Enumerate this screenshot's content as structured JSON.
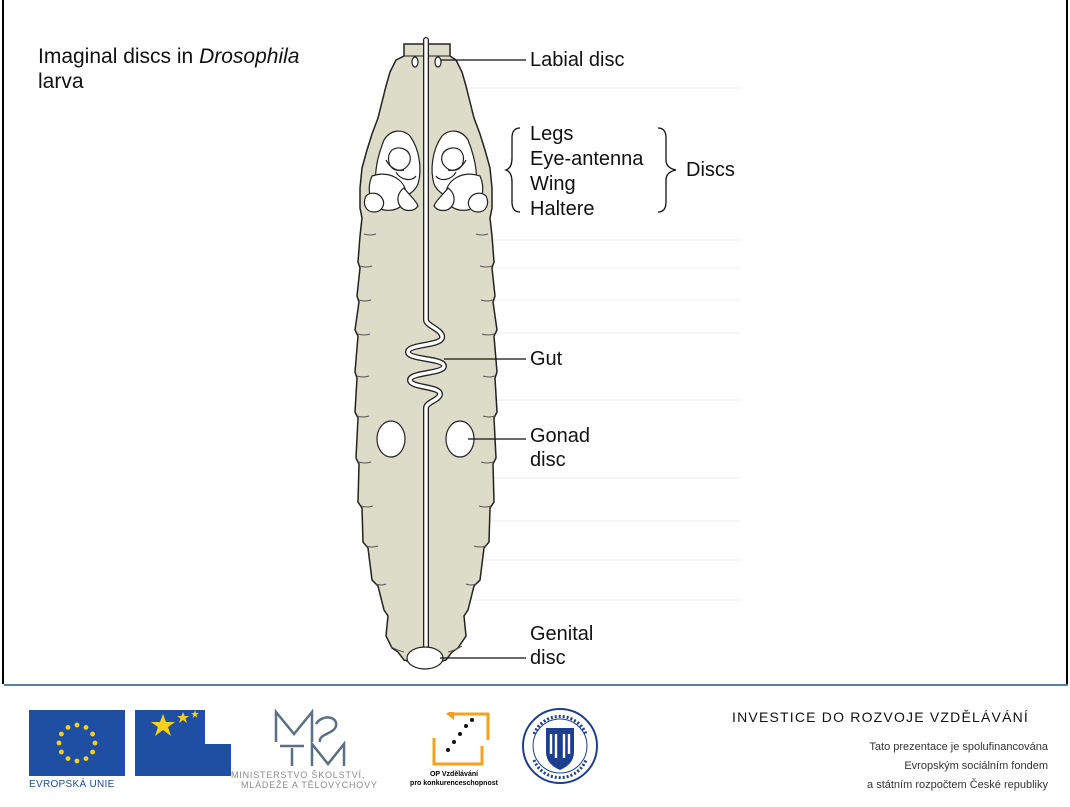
{
  "title": {
    "prefix": "Imaginal discs in ",
    "italic": "Drosophila",
    "line2": "larva"
  },
  "labels": {
    "labial": "Labial disc",
    "legs": "Legs",
    "eye": "Eye-antenna",
    "wing": "Wing",
    "haltere": "Haltere",
    "discs": "Discs",
    "gut": "Gut",
    "gonad1": "Gonad",
    "gonad2": "disc",
    "genital1": "Genital",
    "genital2": "disc"
  },
  "footer": {
    "eu_text": "EVROPSKÁ UNIE",
    "msmt_line1": "MINISTERSTVO ŠKOLSTVÍ,",
    "msmt_line2": "MLÁDEŽE A TĚLOVÝCHOVY",
    "op_line1": "OP Vzdělávání",
    "op_line2": "pro konkurenceschopnost",
    "investice": "INVESTICE DO ROZVOJE VZDĚLÁVÁNÍ",
    "line1": "Tato prezentace je spolufinancována",
    "line2": "Evropským sociálním fondem",
    "line3": "a státním rozpočtem České republiky"
  },
  "colors": {
    "body": "#dcdcc8",
    "outline": "#222222",
    "eu_blue": "#1f4fa3",
    "star": "#f7d117",
    "op_orange": "#f4a020",
    "muni_blue": "#1c3f8f"
  }
}
